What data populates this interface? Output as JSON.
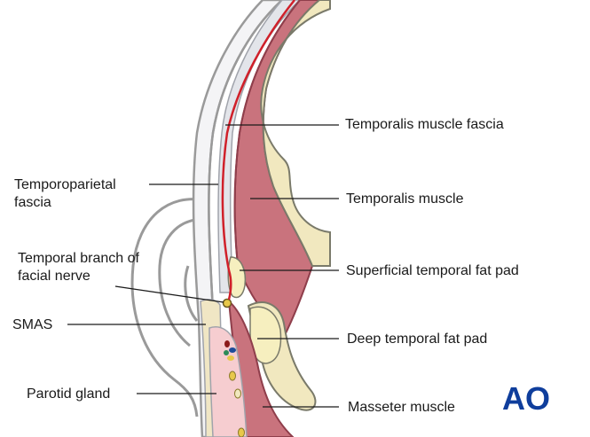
{
  "labels": {
    "temporalis_fascia": "Temporalis muscle fascia",
    "temporalis_muscle": "Temporalis muscle",
    "temporoparietal_line1": "Temporoparietal",
    "temporoparietal_line2": "fascia",
    "superficial_fat_pad": "Superficial temporal fat pad",
    "nerve_line1": "Temporal branch of",
    "nerve_line2": "facial nerve",
    "smas": "SMAS",
    "deep_fat_pad": "Deep temporal fat pad",
    "parotid": "Parotid gland",
    "masseter": "Masseter muscle"
  },
  "logo": {
    "text": "AO",
    "color": "#0f3e9c"
  },
  "colors": {
    "muscle": "#c9737d",
    "muscle_dark": "#a84d5a",
    "bone": "#f1e8bf",
    "fat": "#f6efbf",
    "parotid": "#f6cdd0",
    "nerve": "#d0202a",
    "skin_line": "#8c8c8c",
    "fascia": "#e3e5ea"
  }
}
